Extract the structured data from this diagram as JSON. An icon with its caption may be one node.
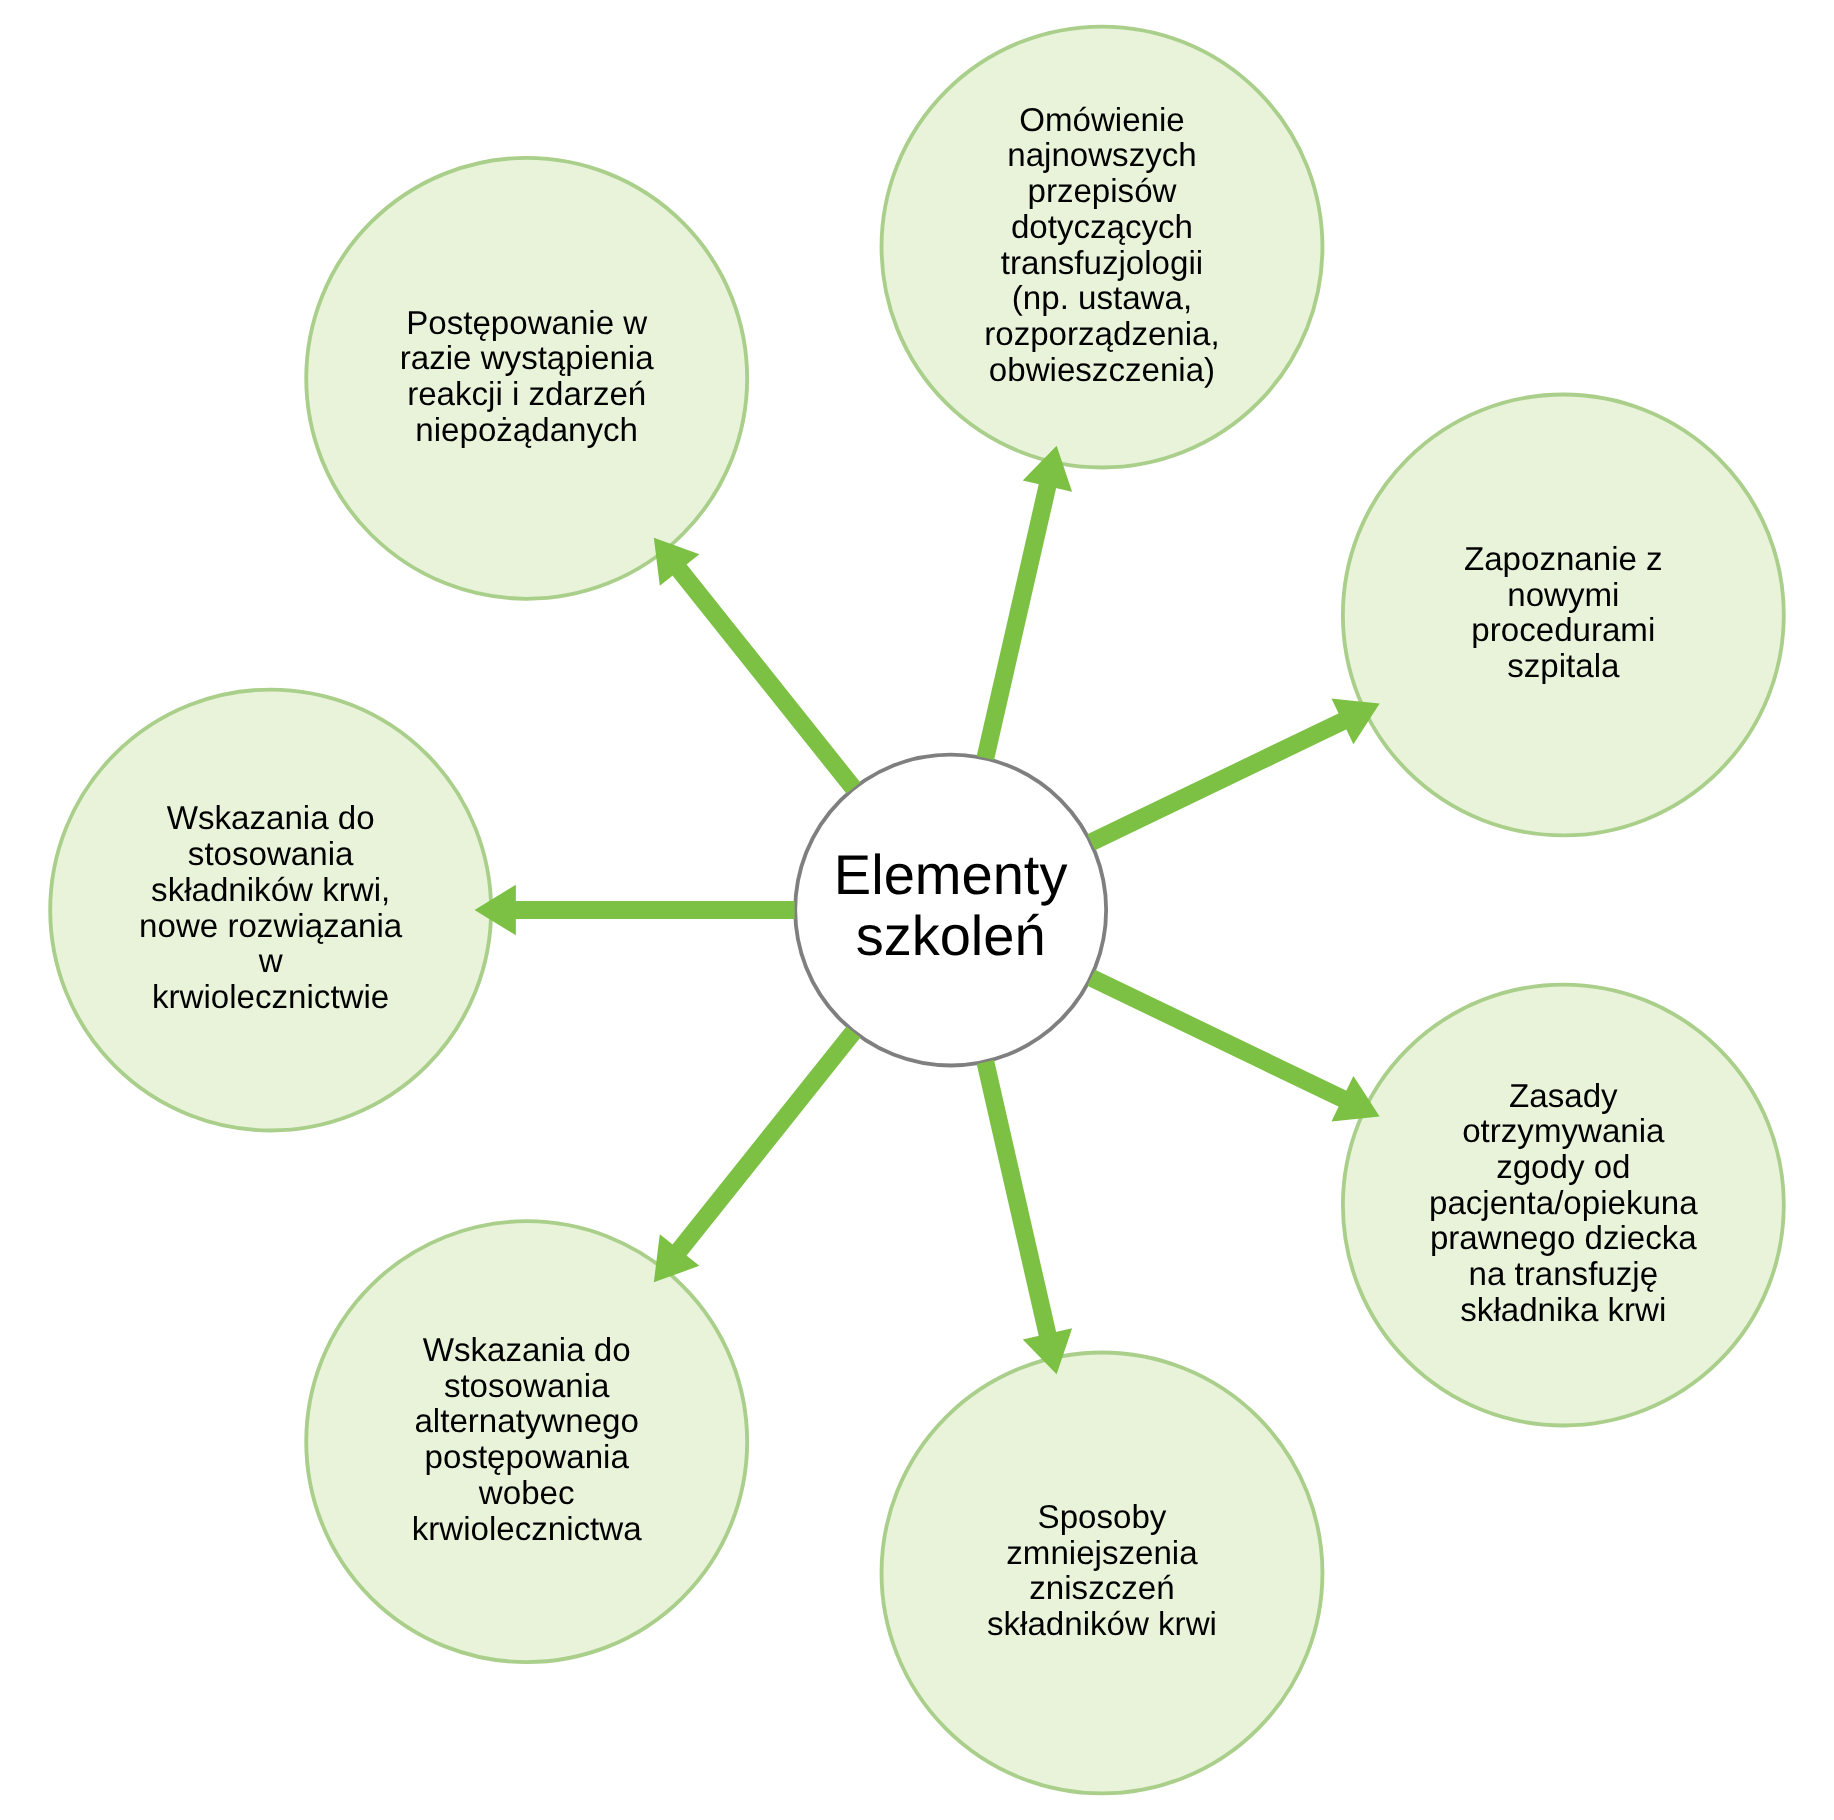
{
  "diagram": {
    "nodes": [
      {
        "text": [
          "Elementy szkoleń"
        ]
      },
      {
        "text": [
          "Zapoznanie z nowymi procedurami szpitala"
        ]
      },
      {
        "text": [
          "Omówienie najnowszych przepisów dotyczących transfuzjologii (np. ustawa, rozporządzenia, obwieszczenia)"
        ]
      },
      {
        "text": [
          "Postępowanie w razie wystąpienia reakcji i zdarzeń niepożądanych"
        ]
      },
      {
        "text": [
          "Wskazania do stosowania składników krwi, nowe rozwiązania w krwiolecznictwie"
        ]
      },
      {
        "text": [
          "Wskazania do stosowania alternatywnego postępowania wobec krwiolecznictwa"
        ]
      },
      {
        "text": [
          "Sposoby zmniejszenia zniszczeń składników krwi"
        ]
      },
      {
        "text": [
          "Zasady otrzymywania zgody od pacjenta/opiekuna prawnego dziecka na transfuzję składnika krwi"
        ]
      }
    ],
    "edges": [
      {
        "from": 0,
        "to": 1,
        "arrow": "to"
      },
      {
        "from": 0,
        "to": 2,
        "arrow": "to"
      },
      {
        "from": 0,
        "to": 3,
        "arrow": "to"
      },
      {
        "from": 0,
        "to": 4,
        "arrow": "to"
      },
      {
        "from": 0,
        "to": 5,
        "arrow": "to"
      },
      {
        "from": 0,
        "to": 6,
        "arrow": "to"
      },
      {
        "from": 0,
        "to": 7,
        "arrow": "to"
      }
    ]
  }
}
